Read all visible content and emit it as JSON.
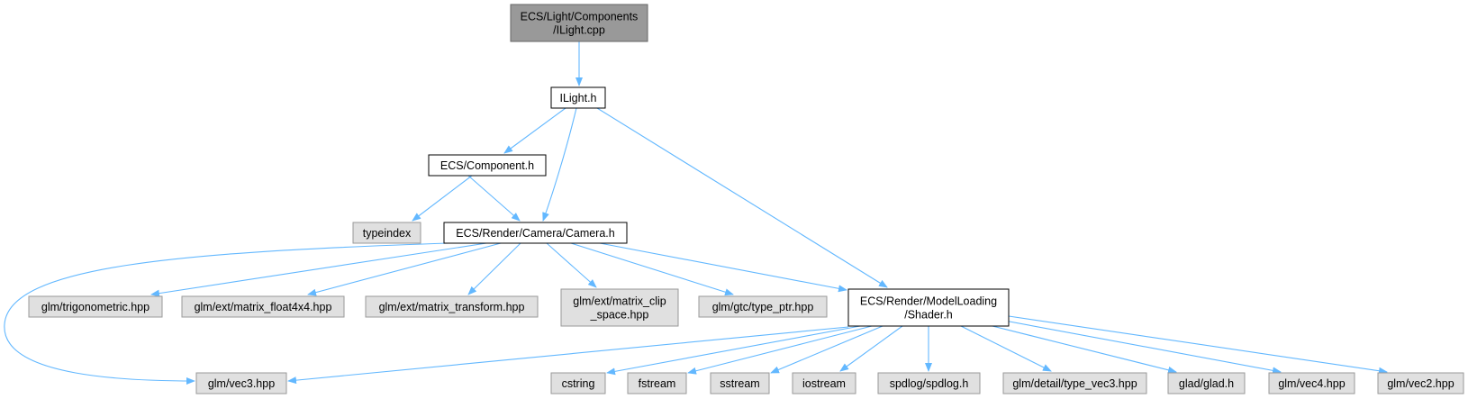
{
  "colors": {
    "edge": "#63b8ff",
    "node_border": "#000000",
    "root_fill": "#999999",
    "root_border": "#666666",
    "external_fill": "#e0e0e0",
    "external_border": "#999999",
    "local_fill": "#ffffff"
  },
  "nodes": [
    {
      "id": "ilight_cpp",
      "kind": "root",
      "lines": [
        "ECS/Light/Components",
        "/ILight.cpp"
      ]
    },
    {
      "id": "ilight_h",
      "kind": "local",
      "lines": [
        "ILight.h"
      ]
    },
    {
      "id": "component_h",
      "kind": "local",
      "lines": [
        "ECS/Component.h"
      ]
    },
    {
      "id": "typeindex",
      "kind": "external",
      "lines": [
        "typeindex"
      ]
    },
    {
      "id": "camera_h",
      "kind": "local",
      "lines": [
        "ECS/Render/Camera/Camera.h"
      ]
    },
    {
      "id": "trigonometric",
      "kind": "external",
      "lines": [
        "glm/trigonometric.hpp"
      ]
    },
    {
      "id": "matrix_float4x4",
      "kind": "external",
      "lines": [
        "glm/ext/matrix_float4x4.hpp"
      ]
    },
    {
      "id": "matrix_transform",
      "kind": "external",
      "lines": [
        "glm/ext/matrix_transform.hpp"
      ]
    },
    {
      "id": "matrix_clip_space",
      "kind": "external",
      "lines": [
        "glm/ext/matrix_clip",
        "_space.hpp"
      ]
    },
    {
      "id": "type_ptr",
      "kind": "external",
      "lines": [
        "glm/gtc/type_ptr.hpp"
      ]
    },
    {
      "id": "shader_h",
      "kind": "local",
      "lines": [
        "ECS/Render/ModelLoading",
        "/Shader.h"
      ]
    },
    {
      "id": "vec3",
      "kind": "external",
      "lines": [
        "glm/vec3.hpp"
      ]
    },
    {
      "id": "cstring",
      "kind": "external",
      "lines": [
        "cstring"
      ]
    },
    {
      "id": "fstream",
      "kind": "external",
      "lines": [
        "fstream"
      ]
    },
    {
      "id": "sstream",
      "kind": "external",
      "lines": [
        "sstream"
      ]
    },
    {
      "id": "iostream",
      "kind": "external",
      "lines": [
        "iostream"
      ]
    },
    {
      "id": "spdlog",
      "kind": "external",
      "lines": [
        "spdlog/spdlog.h"
      ]
    },
    {
      "id": "type_vec3",
      "kind": "external",
      "lines": [
        "glm/detail/type_vec3.hpp"
      ]
    },
    {
      "id": "glad",
      "kind": "external",
      "lines": [
        "glad/glad.h"
      ]
    },
    {
      "id": "vec4",
      "kind": "external",
      "lines": [
        "glm/vec4.hpp"
      ]
    },
    {
      "id": "vec2",
      "kind": "external",
      "lines": [
        "glm/vec2.hpp"
      ]
    }
  ],
  "edges": [
    {
      "from": "ilight_cpp",
      "to": "ilight_h"
    },
    {
      "from": "ilight_h",
      "to": "component_h"
    },
    {
      "from": "ilight_h",
      "to": "camera_h"
    },
    {
      "from": "ilight_h",
      "to": "shader_h"
    },
    {
      "from": "component_h",
      "to": "typeindex"
    },
    {
      "from": "component_h",
      "to": "camera_h"
    },
    {
      "from": "camera_h",
      "to": "vec3"
    },
    {
      "from": "camera_h",
      "to": "trigonometric"
    },
    {
      "from": "camera_h",
      "to": "matrix_float4x4"
    },
    {
      "from": "camera_h",
      "to": "matrix_transform"
    },
    {
      "from": "camera_h",
      "to": "matrix_clip_space"
    },
    {
      "from": "camera_h",
      "to": "type_ptr"
    },
    {
      "from": "camera_h",
      "to": "shader_h"
    },
    {
      "from": "shader_h",
      "to": "vec3"
    },
    {
      "from": "shader_h",
      "to": "cstring"
    },
    {
      "from": "shader_h",
      "to": "fstream"
    },
    {
      "from": "shader_h",
      "to": "sstream"
    },
    {
      "from": "shader_h",
      "to": "iostream"
    },
    {
      "from": "shader_h",
      "to": "spdlog"
    },
    {
      "from": "shader_h",
      "to": "type_vec3"
    },
    {
      "from": "shader_h",
      "to": "glad"
    },
    {
      "from": "shader_h",
      "to": "vec4"
    },
    {
      "from": "shader_h",
      "to": "vec2"
    }
  ]
}
